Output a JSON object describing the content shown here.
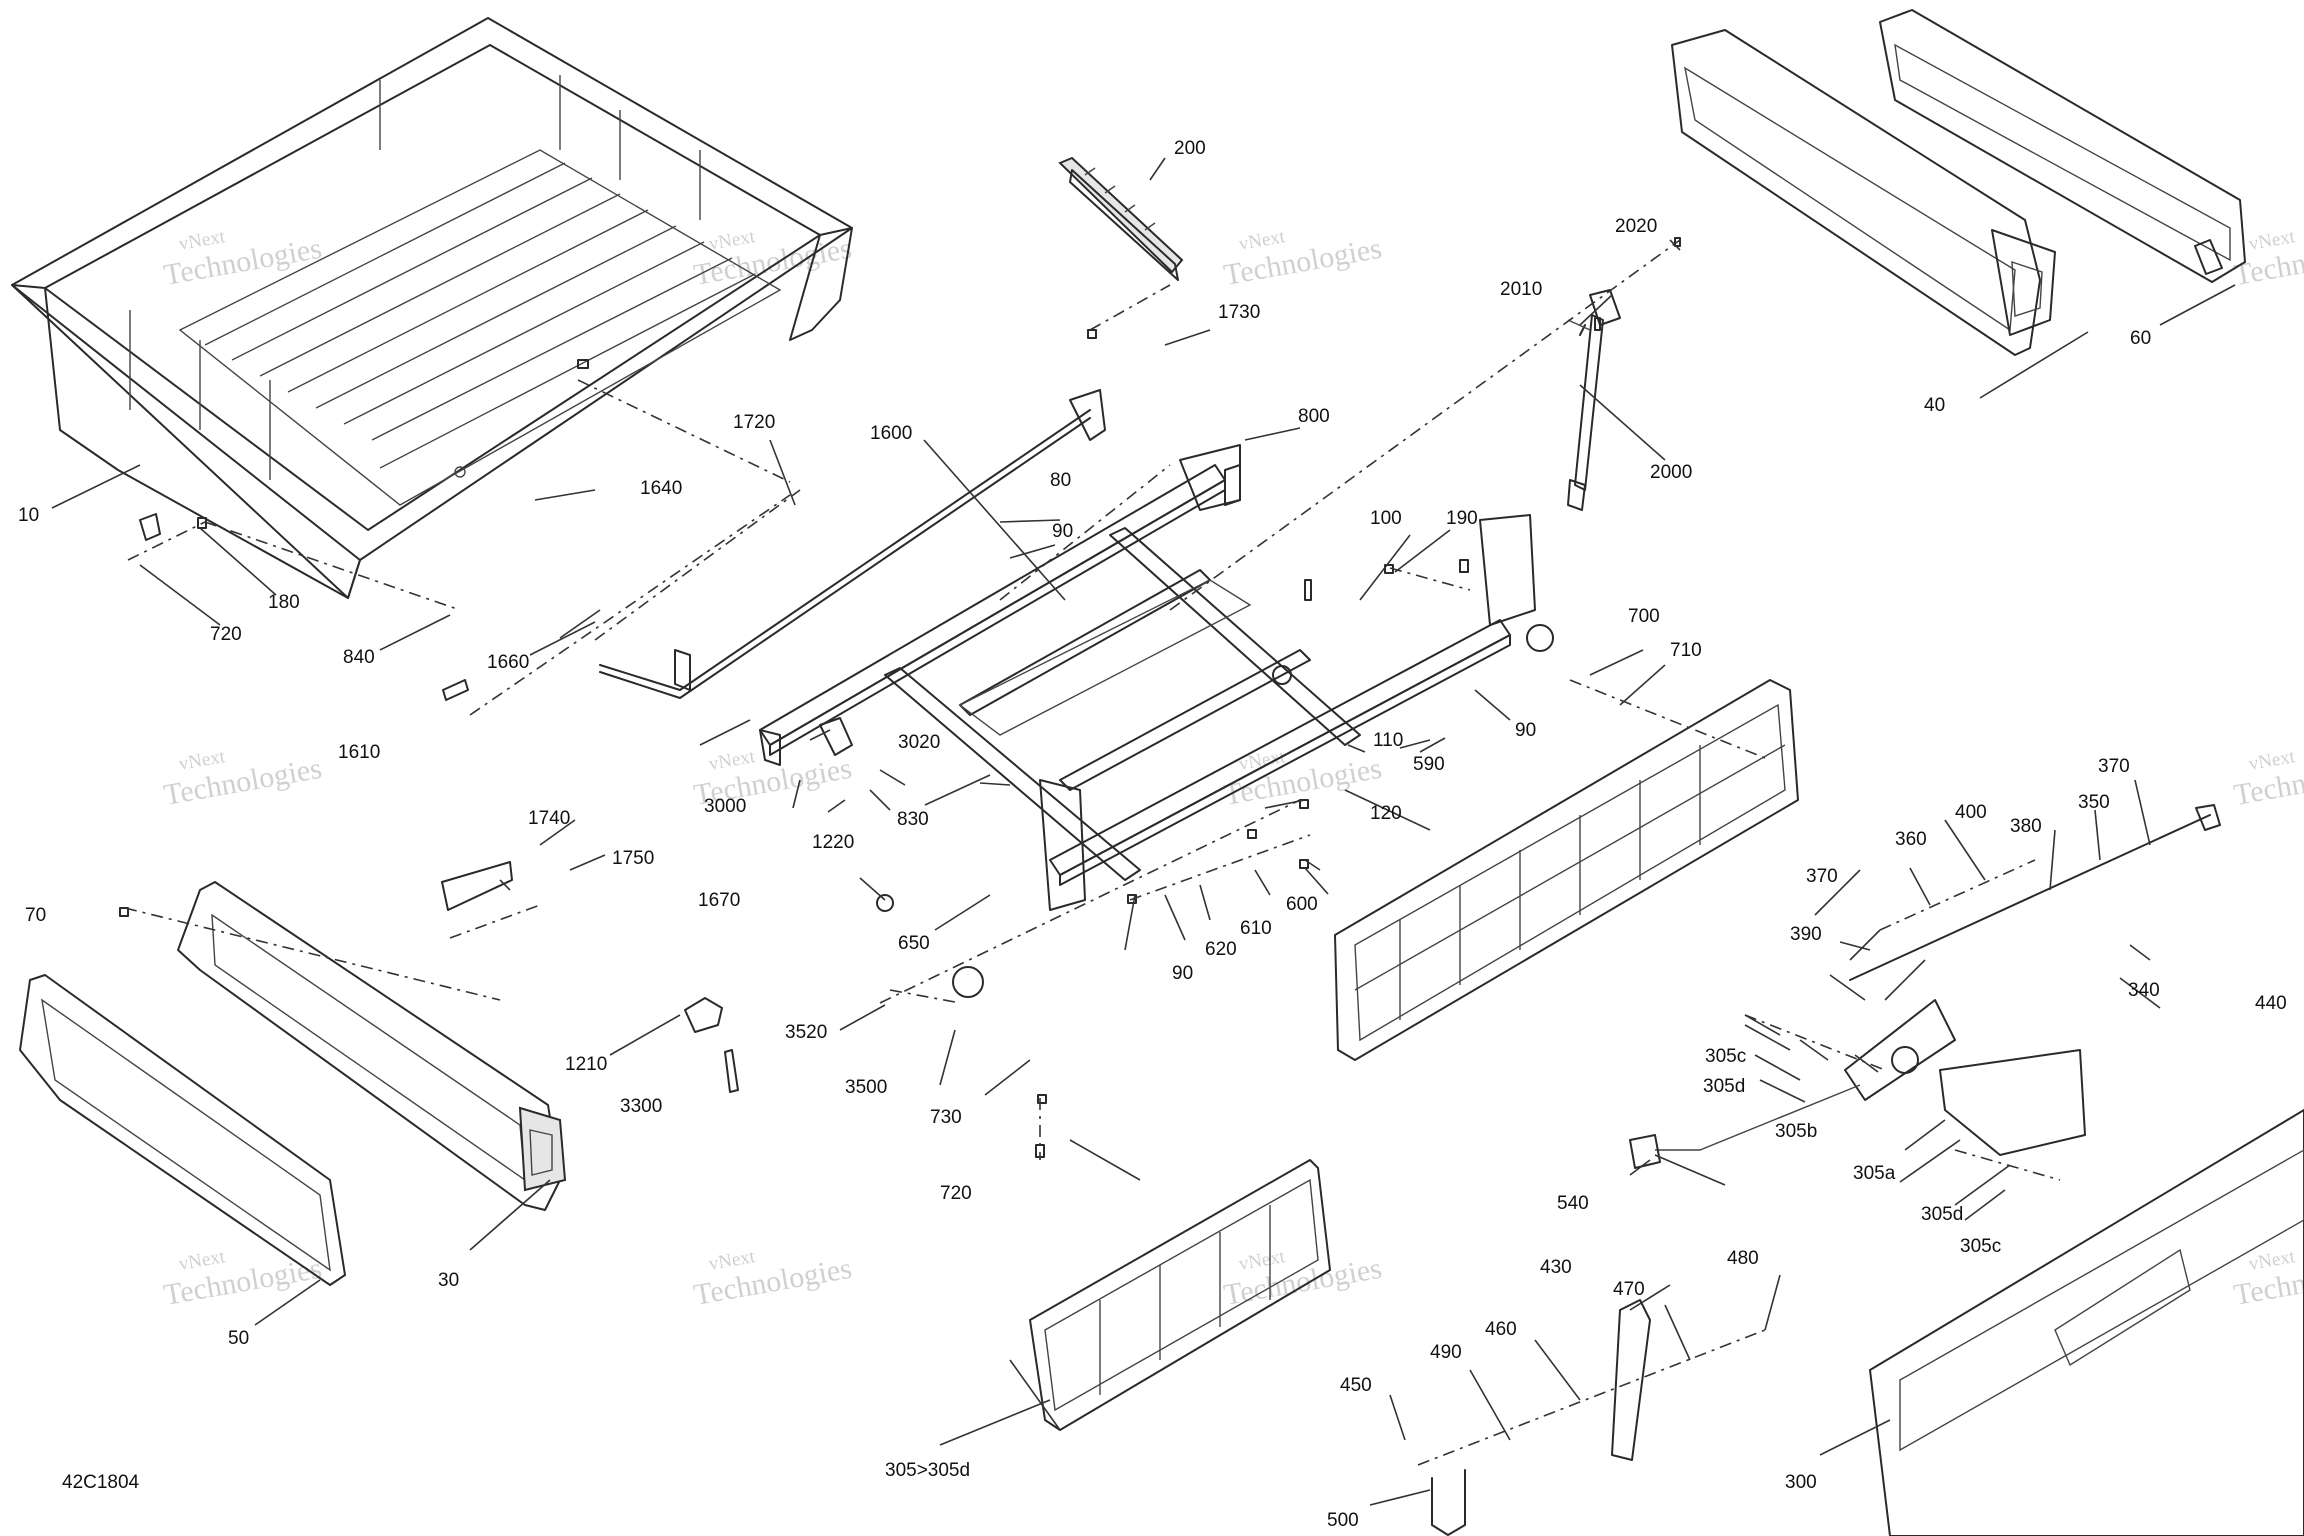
{
  "document_code": "42C1804",
  "watermark": {
    "line1": "vNext",
    "line2": "Technologies"
  },
  "callouts": [
    {
      "id": "10",
      "text": "10"
    },
    {
      "id": "30",
      "text": "30"
    },
    {
      "id": "40",
      "text": "40"
    },
    {
      "id": "50",
      "text": "50"
    },
    {
      "id": "60",
      "text": "60"
    },
    {
      "id": "70",
      "text": "70"
    },
    {
      "id": "80",
      "text": "80"
    },
    {
      "id": "90a",
      "text": "90"
    },
    {
      "id": "90b",
      "text": "90"
    },
    {
      "id": "90c",
      "text": "90"
    },
    {
      "id": "100",
      "text": "100"
    },
    {
      "id": "110",
      "text": "110"
    },
    {
      "id": "120",
      "text": "120"
    },
    {
      "id": "180",
      "text": "180"
    },
    {
      "id": "190",
      "text": "190"
    },
    {
      "id": "200",
      "text": "200"
    },
    {
      "id": "300",
      "text": "300"
    },
    {
      "id": "305c-a",
      "text": "305c"
    },
    {
      "id": "305d-a",
      "text": "305d"
    },
    {
      "id": "305b",
      "text": "305b"
    },
    {
      "id": "305a",
      "text": "305a"
    },
    {
      "id": "305d-b",
      "text": "305d"
    },
    {
      "id": "305c-b",
      "text": "305c"
    },
    {
      "id": "305-305d",
      "text": "305>305d"
    },
    {
      "id": "340",
      "text": "340"
    },
    {
      "id": "350",
      "text": "350"
    },
    {
      "id": "360",
      "text": "360"
    },
    {
      "id": "370a",
      "text": "370"
    },
    {
      "id": "370b",
      "text": "370"
    },
    {
      "id": "380",
      "text": "380"
    },
    {
      "id": "390",
      "text": "390"
    },
    {
      "id": "400",
      "text": "400"
    },
    {
      "id": "430",
      "text": "430"
    },
    {
      "id": "440",
      "text": "440"
    },
    {
      "id": "450",
      "text": "450"
    },
    {
      "id": "460",
      "text": "460"
    },
    {
      "id": "470",
      "text": "470"
    },
    {
      "id": "480",
      "text": "480"
    },
    {
      "id": "490",
      "text": "490"
    },
    {
      "id": "500",
      "text": "500"
    },
    {
      "id": "540",
      "text": "540"
    },
    {
      "id": "590",
      "text": "590"
    },
    {
      "id": "600",
      "text": "600"
    },
    {
      "id": "610",
      "text": "610"
    },
    {
      "id": "620",
      "text": "620"
    },
    {
      "id": "650",
      "text": "650"
    },
    {
      "id": "700",
      "text": "700"
    },
    {
      "id": "710",
      "text": "710"
    },
    {
      "id": "720a",
      "text": "720"
    },
    {
      "id": "720b",
      "text": "720"
    },
    {
      "id": "730",
      "text": "730"
    },
    {
      "id": "800",
      "text": "800"
    },
    {
      "id": "830",
      "text": "830"
    },
    {
      "id": "840",
      "text": "840"
    },
    {
      "id": "1210",
      "text": "1210"
    },
    {
      "id": "1220",
      "text": "1220"
    },
    {
      "id": "1600",
      "text": "1600"
    },
    {
      "id": "1610",
      "text": "1610"
    },
    {
      "id": "1640",
      "text": "1640"
    },
    {
      "id": "1660",
      "text": "1660"
    },
    {
      "id": "1670",
      "text": "1670"
    },
    {
      "id": "1720",
      "text": "1720"
    },
    {
      "id": "1730",
      "text": "1730"
    },
    {
      "id": "1740",
      "text": "1740"
    },
    {
      "id": "1750",
      "text": "1750"
    },
    {
      "id": "2000",
      "text": "2000"
    },
    {
      "id": "2010",
      "text": "2010"
    },
    {
      "id": "2020",
      "text": "2020"
    },
    {
      "id": "3000",
      "text": "3000"
    },
    {
      "id": "3020",
      "text": "3020"
    },
    {
      "id": "3300",
      "text": "3300"
    },
    {
      "id": "3500",
      "text": "3500"
    },
    {
      "id": "3520",
      "text": "3520"
    }
  ]
}
